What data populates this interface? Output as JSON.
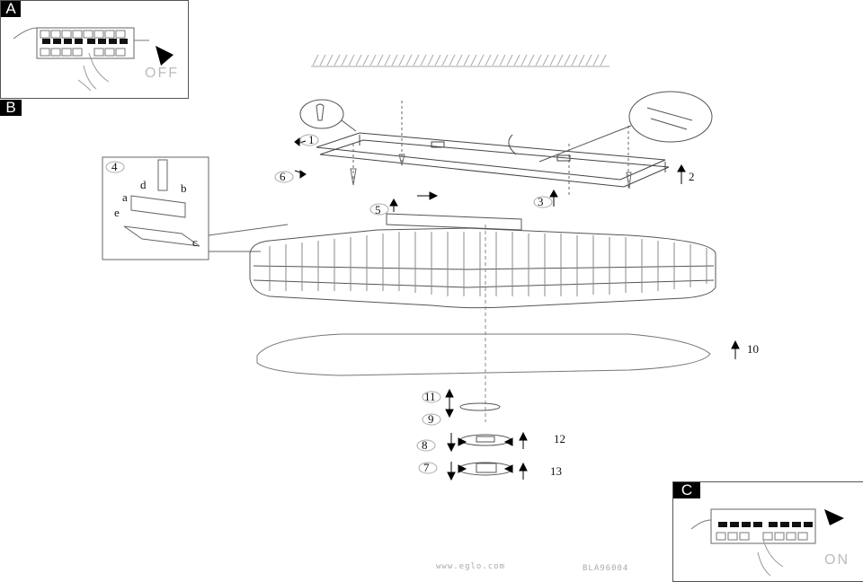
{
  "panels": {
    "a": {
      "label": "A",
      "state": "OFF"
    },
    "b": {
      "label": "B"
    },
    "c": {
      "label": "C",
      "state": "ON"
    }
  },
  "steps": [
    "1",
    "2",
    "3",
    "4",
    "5",
    "6",
    "7",
    "8",
    "9",
    "10",
    "11",
    "12",
    "13"
  ],
  "detail_labels": [
    "a",
    "b",
    "c",
    "d",
    "e"
  ],
  "footer": {
    "website": "www.eglo.com",
    "code": "BLA96004"
  }
}
